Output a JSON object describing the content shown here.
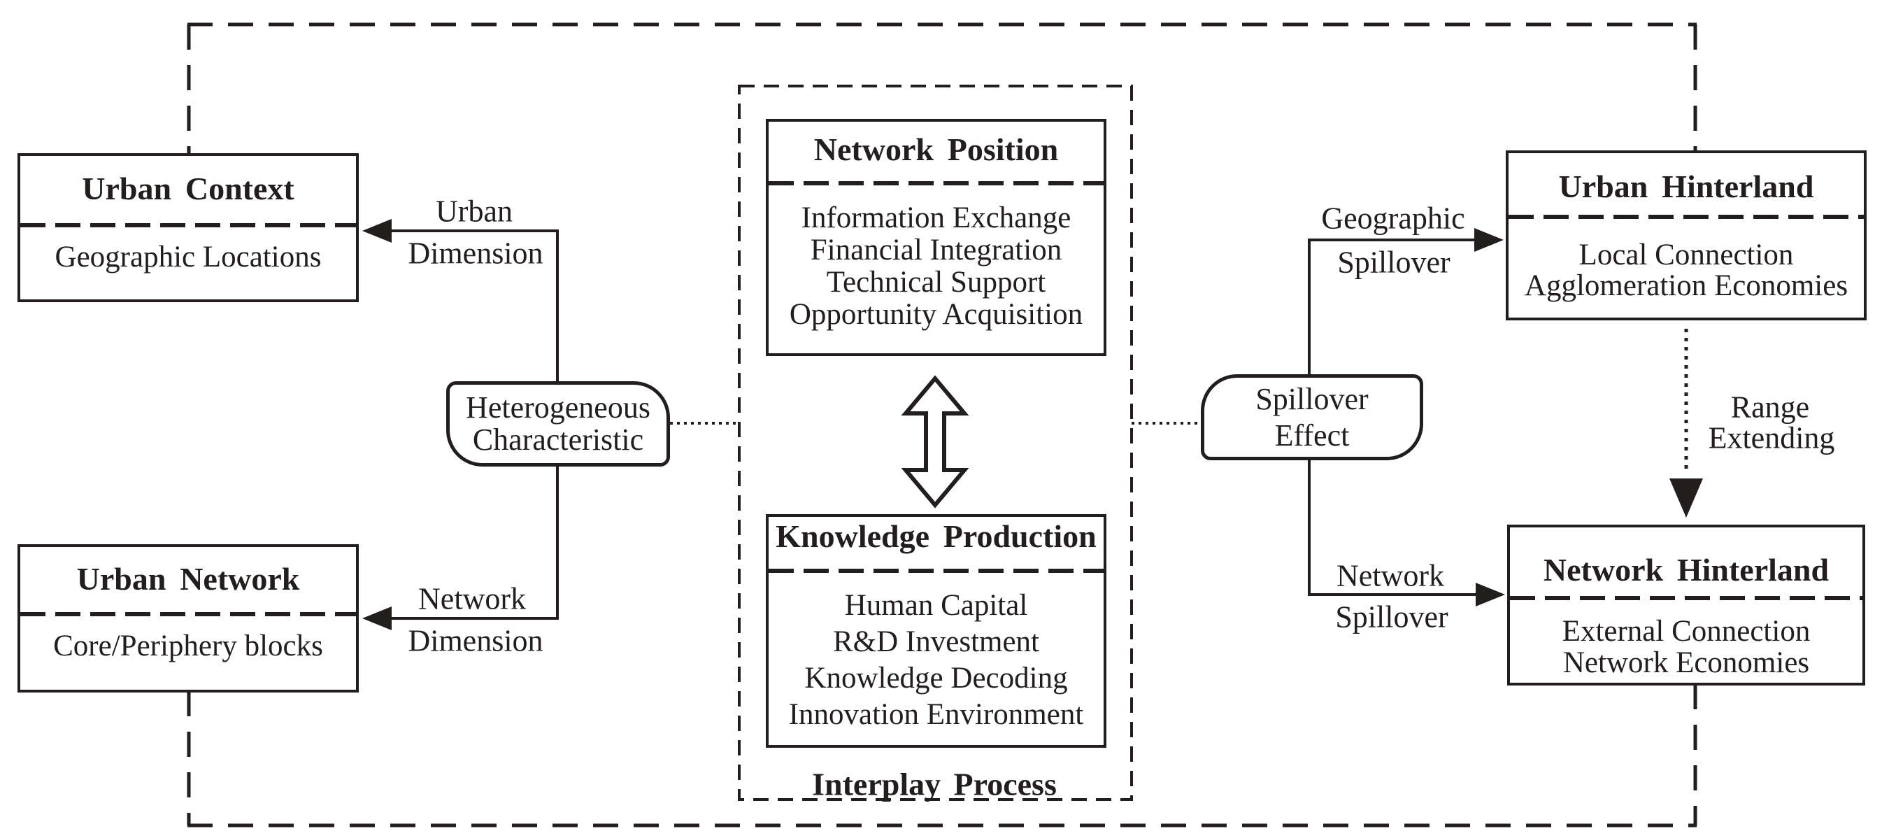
{
  "diagram": {
    "boxes": {
      "urban_context": {
        "title": "Urban Context",
        "line": "Geographic Locations"
      },
      "urban_network": {
        "title": "Urban Network",
        "line": "Core/Periphery blocks"
      },
      "network_position": {
        "title": "Network Position",
        "items": [
          "Information Exchange",
          "Financial Integration",
          "Technical Support",
          "Opportunity Acquisition"
        ]
      },
      "knowledge_production": {
        "title": "Knowledge Production",
        "items": [
          "Human Capital",
          "R&D Investment",
          "Knowledge Decoding",
          "Innovation Environment"
        ]
      },
      "urban_hinterland": {
        "title": "Urban Hinterland",
        "items": [
          "Local Connection",
          "Agglomeration Economies"
        ]
      },
      "network_hinterland": {
        "title": "Network Hinterland",
        "items": [
          "External Connection",
          "Network Economies"
        ]
      }
    },
    "tags": {
      "heterogeneous_characteristic": {
        "line1": "Heterogeneous",
        "line2": "Characteristic"
      },
      "spillover_effect": {
        "line1": "Spillover",
        "line2": "Effect"
      }
    },
    "edge_labels": {
      "urban_dimension": {
        "line1": "Urban",
        "line2": "Dimension"
      },
      "network_dimension": {
        "line1": "Network",
        "line2": "Dimension"
      },
      "geographic_spillover": {
        "line1": "Geographic",
        "line2": "Spillover"
      },
      "network_spillover": {
        "line1": "Network",
        "line2": "Spillover"
      },
      "range_extending": {
        "line1": "Range",
        "line2": "Extending"
      }
    },
    "caption": "Interplay Process",
    "colors": {
      "ink": "#221e1d",
      "background": "#ffffff"
    }
  }
}
